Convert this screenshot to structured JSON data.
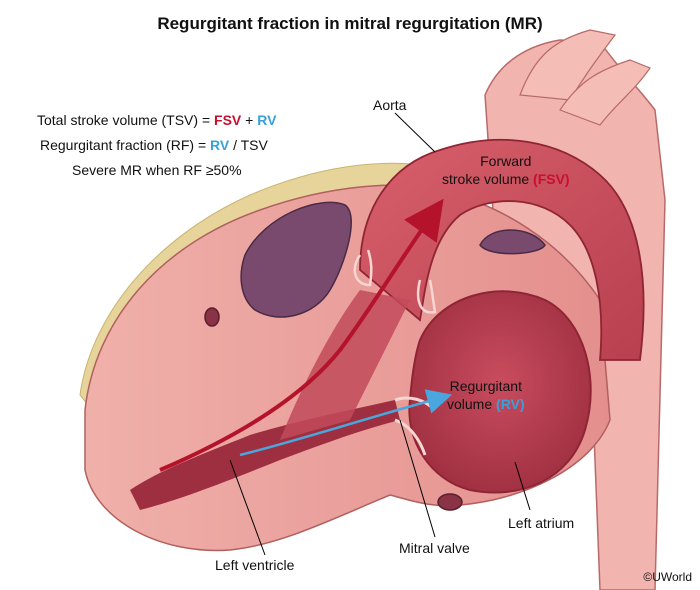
{
  "title": "Regurgitant fraction in mitral regurgitation (MR)",
  "formulas": {
    "line1_prefix": "Total stroke volume (TSV) = ",
    "line1_fsv": "FSV",
    "line1_plus": " + ",
    "line1_rv": "RV",
    "line2_prefix": "Regurgitant fraction (RF) = ",
    "line2_rv": "RV",
    "line2_suffix": " / TSV",
    "line3": "Severe MR when RF ≥50%"
  },
  "labels": {
    "aorta": "Aorta",
    "forward_line1": "Forward",
    "forward_line2_prefix": "stroke volume ",
    "forward_line2_fsv": "(FSV)",
    "regurgitant_line1": "Regurgitant",
    "regurgitant_line2_prefix": "volume ",
    "regurgitant_line2_rv": "(RV)",
    "left_atrium": "Left atrium",
    "mitral_valve": "Mitral valve",
    "left_ventricle": "Left ventricle"
  },
  "copyright": "©UWorld",
  "colors": {
    "fsv": "#c8102e",
    "rv": "#3aa0d9",
    "muscle": "#e79a98",
    "chamber": "#b8404f",
    "fat": "#e6d49a"
  }
}
